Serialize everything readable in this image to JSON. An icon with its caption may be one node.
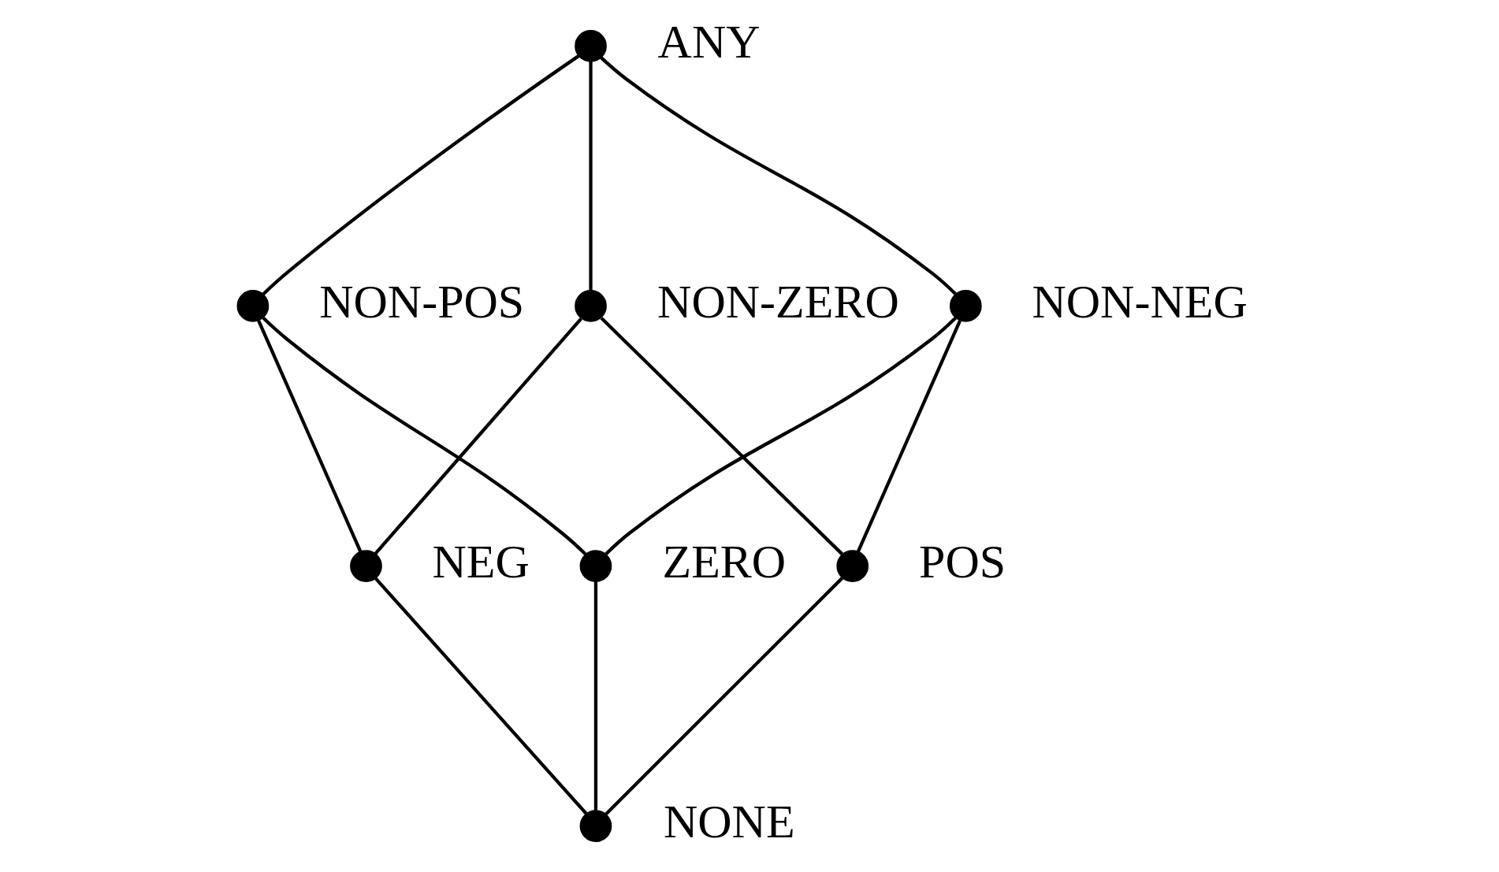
{
  "diagram": {
    "nodes": [
      {
        "text": [],
        "shape": "circle",
        "beside": [
          "ANY"
        ]
      },
      {
        "text": [],
        "shape": "circle",
        "beside": [
          "NON-POS"
        ]
      },
      {
        "text": [],
        "shape": "circle",
        "beside": [
          "NON-ZERO"
        ]
      },
      {
        "text": [],
        "shape": "circle",
        "beside": [
          "NON-NEG"
        ]
      },
      {
        "text": [],
        "shape": "circle",
        "beside": [
          "NEG"
        ]
      },
      {
        "text": [],
        "shape": "circle",
        "beside": [
          "ZERO"
        ]
      },
      {
        "text": [],
        "shape": "circle",
        "beside": [
          "POS"
        ]
      },
      {
        "text": [],
        "shape": "circle",
        "beside": [
          "NONE"
        ]
      }
    ],
    "edges": [
      {
        "from": 0,
        "to": 1,
        "arrow": "none"
      },
      {
        "from": 0,
        "to": 2,
        "arrow": "none"
      },
      {
        "from": 0,
        "to": 3,
        "arrow": "none"
      },
      {
        "from": 1,
        "to": 4,
        "arrow": "none"
      },
      {
        "from": 1,
        "to": 5,
        "arrow": "none"
      },
      {
        "from": 2,
        "to": 4,
        "arrow": "none"
      },
      {
        "from": 2,
        "to": 6,
        "arrow": "none"
      },
      {
        "from": 3,
        "to": 5,
        "arrow": "none"
      },
      {
        "from": 3,
        "to": 6,
        "arrow": "none"
      },
      {
        "from": 4,
        "to": 7,
        "arrow": "none"
      },
      {
        "from": 5,
        "to": 7,
        "arrow": "none"
      },
      {
        "from": 6,
        "to": 7,
        "arrow": "none"
      }
    ]
  }
}
